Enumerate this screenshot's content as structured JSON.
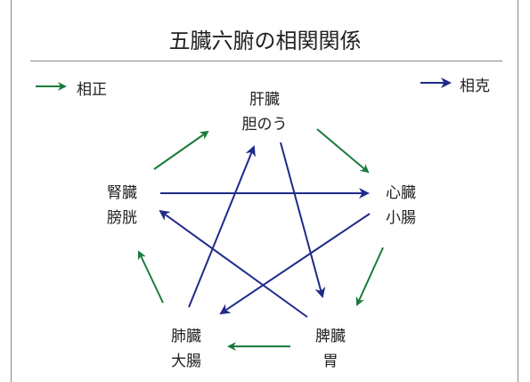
{
  "title": "五臓六腑の相関関係",
  "legend": {
    "generating": {
      "label": "相正",
      "color": "#1a7a3a"
    },
    "controlling": {
      "label": "相克",
      "color": "#1f2a8a"
    }
  },
  "nodes": {
    "wood": {
      "line1": "肝臓",
      "line2": "胆のう"
    },
    "fire": {
      "line1": "心臓",
      "line2": "小腸"
    },
    "earth": {
      "line1": "脾臓",
      "line2": "胃"
    },
    "metal": {
      "line1": "肺臓",
      "line2": "大腸"
    },
    "water": {
      "line1": "腎臓",
      "line2": "膀胱"
    }
  }
}
